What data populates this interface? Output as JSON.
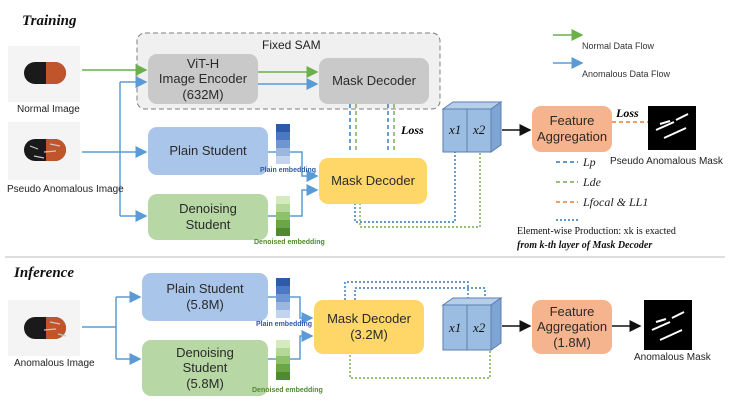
{
  "sections": {
    "training": "Training",
    "inference": "Inference"
  },
  "training": {
    "fixed_sam": "Fixed SAM",
    "image_encoder": [
      "ViT-H",
      "Image Encoder",
      "(632M)"
    ],
    "sam_mask_decoder": "Mask Decoder",
    "plain_student": "Plain Student",
    "denoising_student": [
      "Denoising",
      "Student"
    ],
    "mask_decoder": "Mask Decoder",
    "feature_aggregation": [
      "Feature",
      "Aggregation"
    ],
    "x1": "x1",
    "x2": "x2",
    "loss_top": "Loss",
    "loss_mid": "Loss",
    "normal_image": "Normal Image",
    "pseudo_anomalous_image": "Pseudo Anomalous Image",
    "plain_embedding": "Plain embedding",
    "denoised_embedding": "Denoised embedding",
    "pseudo_anomalous_mask": "Pseudo Anomalous Mask"
  },
  "legend": {
    "normal_flow": "Normal Data Flow",
    "anomalous_flow": "Anomalous Data Flow",
    "loss_p": "Lp",
    "loss_de": "Lde",
    "loss_focal_l1": "Lfocal & LL1",
    "note_line1": "Element-wise Production: xk is exacted",
    "note_line2": "from k-th layer of Mask Decoder",
    "colors": {
      "normal": "#6ab04c",
      "anomalous": "#5b9bd5",
      "lp": "#2e75b6",
      "lde": "#70ad47",
      "focal": "#ed7d31"
    }
  },
  "inference": {
    "anomalous_image": "Anomalous Image",
    "plain_student": [
      "Plain Student",
      "(5.8M)"
    ],
    "denoising_student": [
      "Denoising",
      "Student",
      "(5.8M)"
    ],
    "mask_decoder": [
      "Mask Decoder",
      "(3.2M)"
    ],
    "feature_aggregation": [
      "Feature",
      "Aggregation",
      "(1.8M)"
    ],
    "x1": "x1",
    "x2": "x2",
    "plain_embedding": "Plain embedding",
    "denoised_embedding": "Denoised embedding",
    "anomalous_mask": "Anomalous Mask"
  }
}
